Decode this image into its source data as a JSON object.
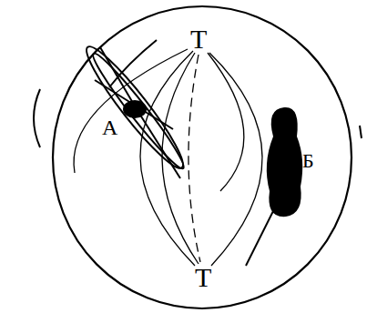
{
  "diagram": {
    "labels": [
      "T",
      "A",
      "Б",
      "T"
    ]
  }
}
